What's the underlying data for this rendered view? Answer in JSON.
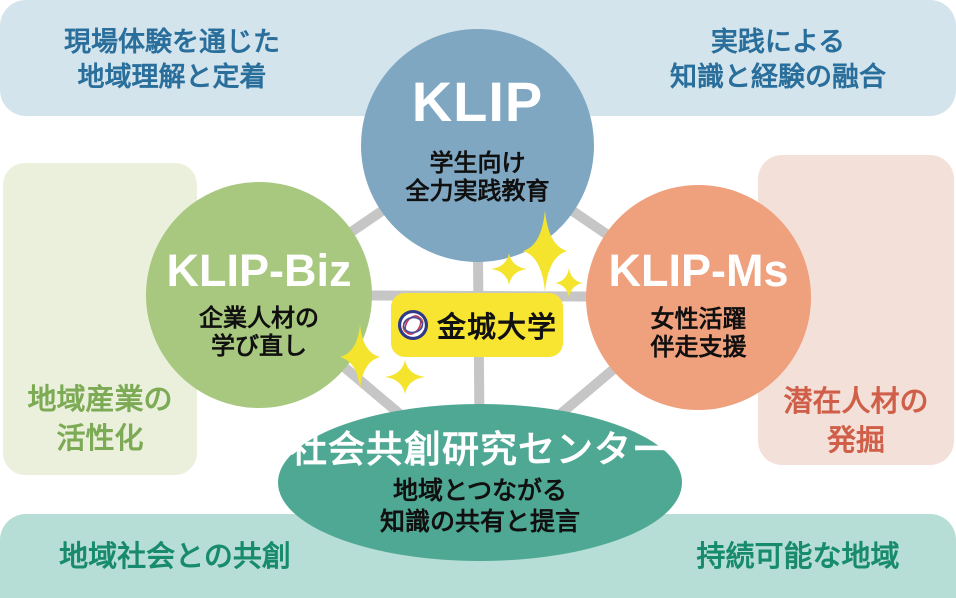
{
  "bands": {
    "top": {
      "bg": "#d3e4ec",
      "text_color": "#2a6f9c",
      "left": {
        "line1": "現場体験を通じた",
        "line2": "地域理解と定着"
      },
      "right": {
        "line1": "実践による",
        "line2": "知識と経験の融合"
      }
    },
    "bottom": {
      "bg": "#b6ded6",
      "text_color": "#188b6e",
      "left": "地域社会との共創",
      "right": "持続可能な地域"
    }
  },
  "side_boxes": {
    "left": {
      "bg": "#eaf0dc",
      "text_color": "#7daa54",
      "line1": "地域産業の",
      "line2": "活性化"
    },
    "right": {
      "bg": "#f3e1d9",
      "text_color": "#d05f49",
      "line1": "潜在人材の",
      "line2": "発掘"
    }
  },
  "nodes": {
    "klip": {
      "title": "KLIP",
      "line1": "学生向け",
      "line2": "全力実践教育",
      "bg": "#7fa7c1"
    },
    "biz": {
      "title": "KLIP-Biz",
      "line1": "企業人材の",
      "line2": "学び直し",
      "bg": "#a8c880"
    },
    "ms": {
      "title": "KLIP-Ms",
      "line1": "女性活躍",
      "line2": "伴走支援",
      "bg": "#efa07d"
    },
    "center": {
      "title": "社会共創研究センター",
      "line1": "地域とつながる",
      "line2": "知識の共有と提言",
      "bg": "#4fa893"
    }
  },
  "badge": {
    "label": "金城大学",
    "bg": "#f8e532",
    "logo_icon": "globe-swirl-icon"
  },
  "decor": {
    "connector_color": "#c6c6c6",
    "sparkle_color": "#f4e42e"
  }
}
